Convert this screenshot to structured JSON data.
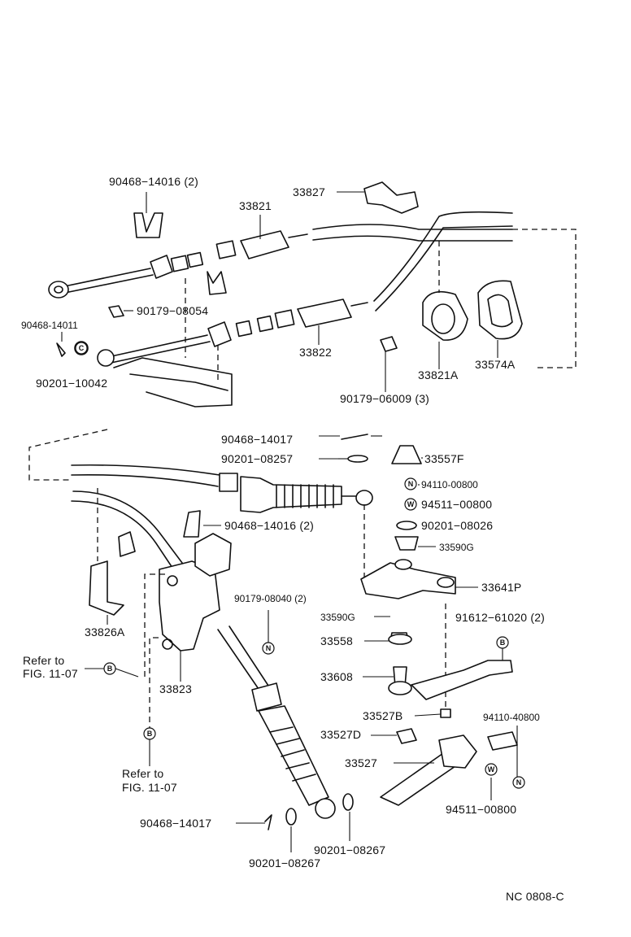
{
  "figure_code": "NC  0808-C",
  "parts": {
    "p90468_14016_top": "90468−14016 (2)",
    "p33827": "33827",
    "p33821": "33821",
    "p90179_08054": "90179−08054",
    "p90468_14011": "90468-14011",
    "p90201_10042": "90201−10042",
    "p33822": "33822",
    "p33821A": "33821A",
    "p33574A": "33574A",
    "p90179_06009": "90179−06009 (3)",
    "p90468_14017_top": "90468−14017",
    "p90201_08257_top": "90201−08257",
    "p33557F": "33557F",
    "p94110_00800": "94110-00800",
    "p94511_00800_top": "94511−00800",
    "p90201_08026": "90201−08026",
    "p33590G_top": "33590G",
    "p90468_14016_mid": "90468−14016 (2)",
    "p33641P": "33641P",
    "p90179_08040": "90179-08040 (2)",
    "p33590G": "33590G",
    "p91612_61020": "91612−61020 (2)",
    "p33826A": "33826A",
    "p33558": "33558",
    "p33608": "33608",
    "p33823": "33823",
    "p33527B": "33527B",
    "p94110_40800": "94110-40800",
    "p33527D": "33527D",
    "p33527": "33527",
    "p94511_00800_bot": "94511−00800",
    "p90468_14017_bot": "90468−14017",
    "p90201_08267_right": "90201−08267",
    "p90201_08267_left": "90201−08267"
  },
  "references": {
    "refer_left_1": "Refer to",
    "refer_left_2": "FIG. 11-07",
    "refer_bottom_1": "Refer to",
    "refer_bottom_2": "FIG. 11-07"
  },
  "markers": {
    "nut": "N",
    "washer": "W",
    "bolt": "B",
    "clip": "C"
  }
}
